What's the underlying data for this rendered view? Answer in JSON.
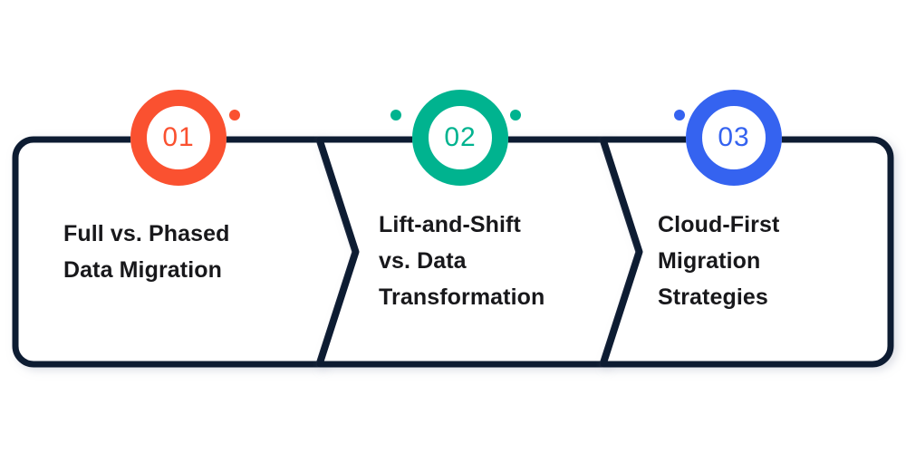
{
  "diagram": {
    "type": "process-steps-chevron",
    "step_count": 3,
    "colors": {
      "step1": "#fa5130",
      "step2": "#00b38f",
      "step3": "#3563f0",
      "outline": "#101a33",
      "text": "#18181b",
      "background": "#ffffff"
    },
    "steps": [
      {
        "number": "01",
        "accent": "#fa5130",
        "title": "Full vs. Phased\nData Migration"
      },
      {
        "number": "02",
        "accent": "#00b38f",
        "title": "Lift-and-Shift\nvs. Data\nTransformation"
      },
      {
        "number": "03",
        "accent": "#3563f0",
        "title": "Cloud-First\nMigration\nStrategies"
      }
    ],
    "connectors": [
      {
        "from": "step1",
        "to": "step2",
        "from_color": "#fa5130",
        "to_color": "#00b38f"
      },
      {
        "from": "step2",
        "to": "step3",
        "from_color": "#00b38f",
        "to_color": "#3563f0"
      }
    ]
  }
}
